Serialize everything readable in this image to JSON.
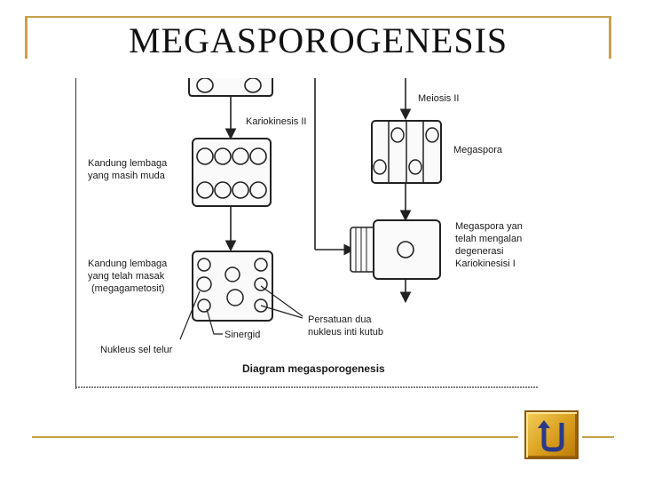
{
  "slide": {
    "title": "MEGASPOROGENESIS"
  },
  "diagram": {
    "labels": {
      "kariokinesis_ii": "Kariokinesis II",
      "meiosis_ii": "Meiosis II",
      "megaspora": "Megaspora",
      "young_sac_1": "Kandung lembaga",
      "young_sac_2": "yang masih muda",
      "degenerate_1": "Megaspora yan",
      "degenerate_2": "telah mengalan",
      "degenerate_3": "degenerasi",
      "degenerate_4": "Kariokinesisi I",
      "mature_sac_1": "Kandung lembaga",
      "mature_sac_2": "yang telah masak",
      "mature_sac_3": "(megagametosit)",
      "synergid": "Sinergid",
      "polar_1": "Persatuan dua",
      "polar_2": "nukleus inti kutub",
      "egg_nucleus": "Nukleus sel telur",
      "caption": "Diagram megasporogenesis"
    }
  },
  "navigation": {
    "return_button_icon": "return-arrow-icon"
  },
  "colors": {
    "accent": "#c8a24a",
    "button": "#d79a18"
  }
}
